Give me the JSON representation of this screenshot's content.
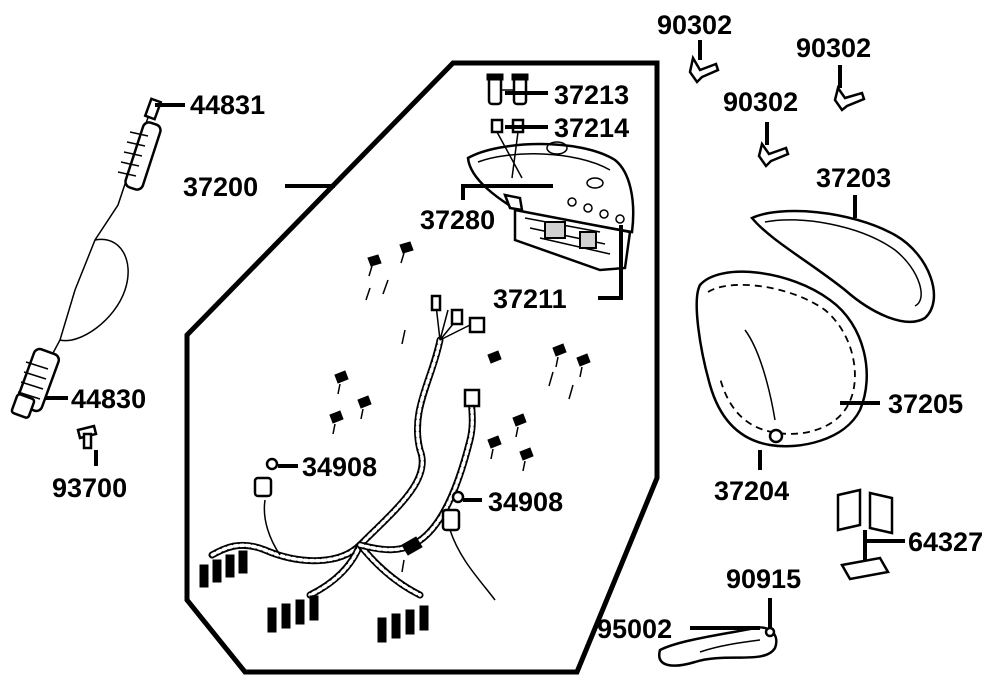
{
  "diagram": {
    "callouts": [
      {
        "key": "p44831",
        "text": "44831"
      },
      {
        "key": "p37200",
        "text": "37200"
      },
      {
        "key": "p44830",
        "text": "44830"
      },
      {
        "key": "p93700",
        "text": "93700"
      },
      {
        "key": "p37213",
        "text": "37213"
      },
      {
        "key": "p37214",
        "text": "37214"
      },
      {
        "key": "p37280",
        "text": "37280"
      },
      {
        "key": "p37211",
        "text": "37211"
      },
      {
        "key": "p34908a",
        "text": "34908"
      },
      {
        "key": "p34908b",
        "text": "34908"
      },
      {
        "key": "p90302a",
        "text": "90302"
      },
      {
        "key": "p90302b",
        "text": "90302"
      },
      {
        "key": "p90302c",
        "text": "90302"
      },
      {
        "key": "p37203",
        "text": "37203"
      },
      {
        "key": "p37205",
        "text": "37205"
      },
      {
        "key": "p37204",
        "text": "37204"
      },
      {
        "key": "p64327",
        "text": "64327"
      },
      {
        "key": "p90915",
        "text": "90915"
      },
      {
        "key": "p95002",
        "text": "95002"
      }
    ]
  }
}
